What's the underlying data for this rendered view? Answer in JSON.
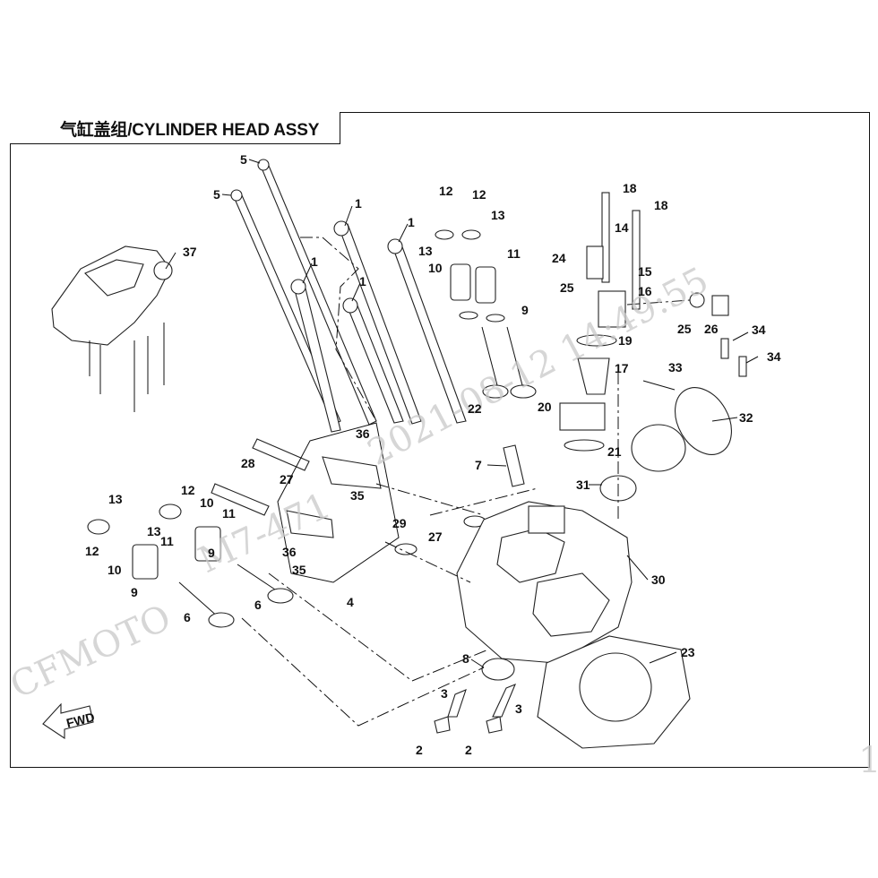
{
  "title": "气缸盖组/CYLINDER HEAD ASSY",
  "watermark": {
    "brand": "CFMOTO",
    "partial": "M7-471",
    "datetime": "2021-08-12 14:49:55",
    "corner": "1"
  },
  "fwd_label": "FWD",
  "callouts": [
    "1",
    "1",
    "1",
    "1",
    "2",
    "2",
    "3",
    "3",
    "4",
    "5",
    "5",
    "6",
    "6",
    "7",
    "8",
    "9",
    "9",
    "9",
    "10",
    "10",
    "10",
    "11",
    "11",
    "11",
    "12",
    "12",
    "12",
    "12",
    "13",
    "13",
    "13",
    "13",
    "14",
    "15",
    "16",
    "17",
    "18",
    "18",
    "19",
    "20",
    "21",
    "22",
    "23",
    "24",
    "25",
    "25",
    "26",
    "27",
    "27",
    "28",
    "29",
    "30",
    "31",
    "32",
    "33",
    "34",
    "34",
    "35",
    "35",
    "36",
    "36",
    "37"
  ]
}
